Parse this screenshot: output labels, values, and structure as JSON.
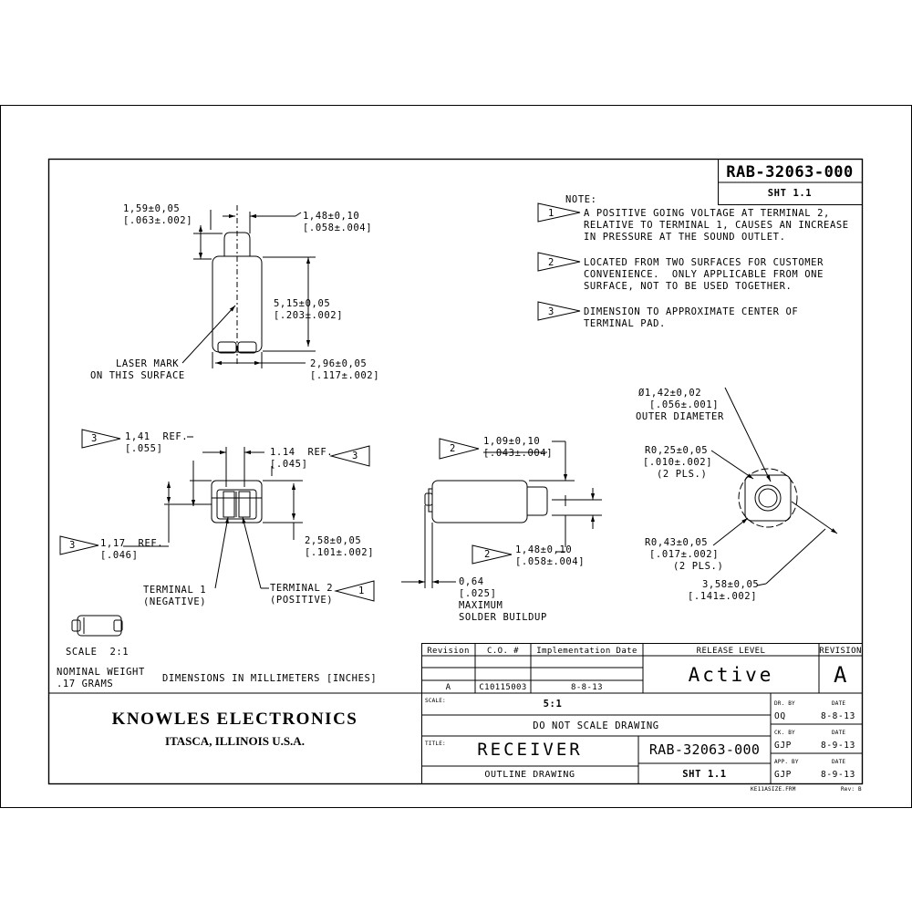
{
  "header": {
    "part_number": "RAB-32063-000",
    "sheet": "SHT 1.1"
  },
  "notes": {
    "label": "NOTE:",
    "items": [
      {
        "num": "1",
        "lines": [
          "A POSITIVE GOING VOLTAGE AT TERMINAL 2,",
          "RELATIVE TO TERMINAL 1, CAUSES AN INCREASE",
          "IN PRESSURE AT THE SOUND OUTLET."
        ]
      },
      {
        "num": "2",
        "lines": [
          "LOCATED FROM TWO SURFACES FOR CUSTOMER",
          "CONVENIENCE.  ONLY APPLICABLE FROM ONE",
          "SURFACE, NOT TO BE USED TOGETHER."
        ]
      },
      {
        "num": "3",
        "lines": [
          "DIMENSION TO APPROXIMATE CENTER OF",
          "TERMINAL PAD."
        ]
      }
    ]
  },
  "dims": {
    "d1": [
      "1,59±0,05",
      "[.063±.002]"
    ],
    "d2": [
      "1,48±0,10",
      "[.058±.004]"
    ],
    "d3": [
      "5,15±0,05",
      "[.203±.002]"
    ],
    "d4": [
      "2,96±0,05",
      "[.117±.002]"
    ],
    "laser": [
      "LASER MARK",
      "ON THIS SURFACE"
    ],
    "d5": [
      "1,41  REF.",
      "[.055]"
    ],
    "d6": [
      "1.14  REF.",
      "[.045]"
    ],
    "d7": [
      "1,17  REF.",
      "[.046]"
    ],
    "d8": [
      "2,58±0,05",
      "[.101±.002]"
    ],
    "term1": [
      "TERMINAL 1",
      "(NEGATIVE)"
    ],
    "term2": [
      "TERMINAL 2",
      "(POSITIVE)"
    ],
    "d9": [
      "1,09±0,10",
      "[.043±.004]"
    ],
    "d10": [
      "1,48±0,10",
      "[.058±.004]"
    ],
    "d11": [
      "0,64",
      "[.025]",
      "MAXIMUM",
      "SOLDER BUILDUP"
    ],
    "d12": [
      "Ø1,42±0,02",
      "[.056±.001]",
      "OUTER DIAMETER"
    ],
    "d13": [
      "R0,25±0,05",
      "[.010±.002]",
      "(2 PLS.)"
    ],
    "d14": [
      "R0,43±0,05",
      "[.017±.002]",
      "(2 PLS.)"
    ],
    "d15": [
      "3,58±0,05",
      "[.141±.002]"
    ],
    "callouts": {
      "d5": "3",
      "d6": "3",
      "d7": "3",
      "term2": "1",
      "d9": "2",
      "d10": "2"
    }
  },
  "scale_note": "SCALE  2:1",
  "weight": [
    "NOMINAL WEIGHT",
    ".17 GRAMS"
  ],
  "units": "DIMENSIONS IN MILLIMETERS [INCHES]",
  "revision_table": {
    "headers": [
      "Revision",
      "C.O. #",
      "Implementation Date"
    ],
    "row": [
      "A",
      "C10115003",
      "8-8-13"
    ]
  },
  "release": {
    "label": "RELEASE LEVEL",
    "value": "Active"
  },
  "revision": {
    "label": "REVISION",
    "value": "A"
  },
  "company": {
    "name": "KNOWLES ELECTRONICS",
    "location": "ITASCA, ILLINOIS U.S.A."
  },
  "title_block": {
    "scale_label": "SCALE:",
    "scale_value": "5:1",
    "do_not_scale": "DO NOT SCALE DRAWING",
    "title_label": "TITLE:",
    "title": "RECEIVER",
    "subtitle": "OUTLINE DRAWING",
    "part_number": "RAB-32063-000",
    "sheet": "SHT 1.1"
  },
  "approvals": {
    "rows": [
      {
        "label": "DR. BY",
        "date_label": "DATE",
        "name": "OQ",
        "date": "8-8-13"
      },
      {
        "label": "CK. BY",
        "date_label": "DATE",
        "name": "GJP",
        "date": "8-9-13"
      },
      {
        "label": "APP. BY",
        "date_label": "DATE",
        "name": "GJP",
        "date": "8-9-13"
      }
    ]
  },
  "footer": {
    "file": "KE11ASIZE.FRM",
    "rev": "Rev: B"
  }
}
